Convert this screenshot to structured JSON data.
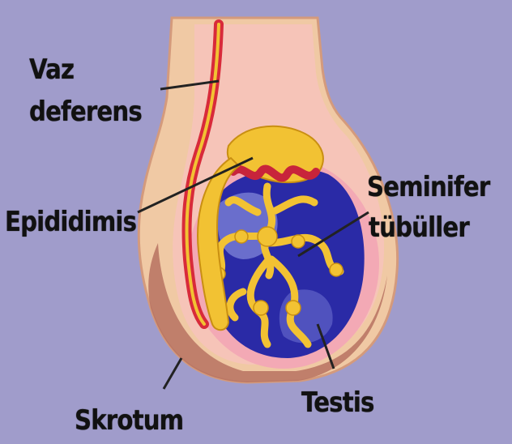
{
  "labels": {
    "vaz_line1": "Vaz",
    "vaz_line2": "deferens",
    "epididimis": "Epididimis",
    "seminifer_line1": "Seminifer",
    "seminifer_line2": "tübüller",
    "testis": "Testis",
    "skrotum": "Skrotum"
  },
  "colors": {
    "background": "#a09ccb",
    "skin": "#f0c9a4",
    "inner_pink": "#f6b7b0",
    "vas_red": "#d82a3a",
    "tubule_yellow": "#f2c233",
    "testis_blue": "#2a2aa6",
    "scrotum_brown": "#b77262"
  }
}
